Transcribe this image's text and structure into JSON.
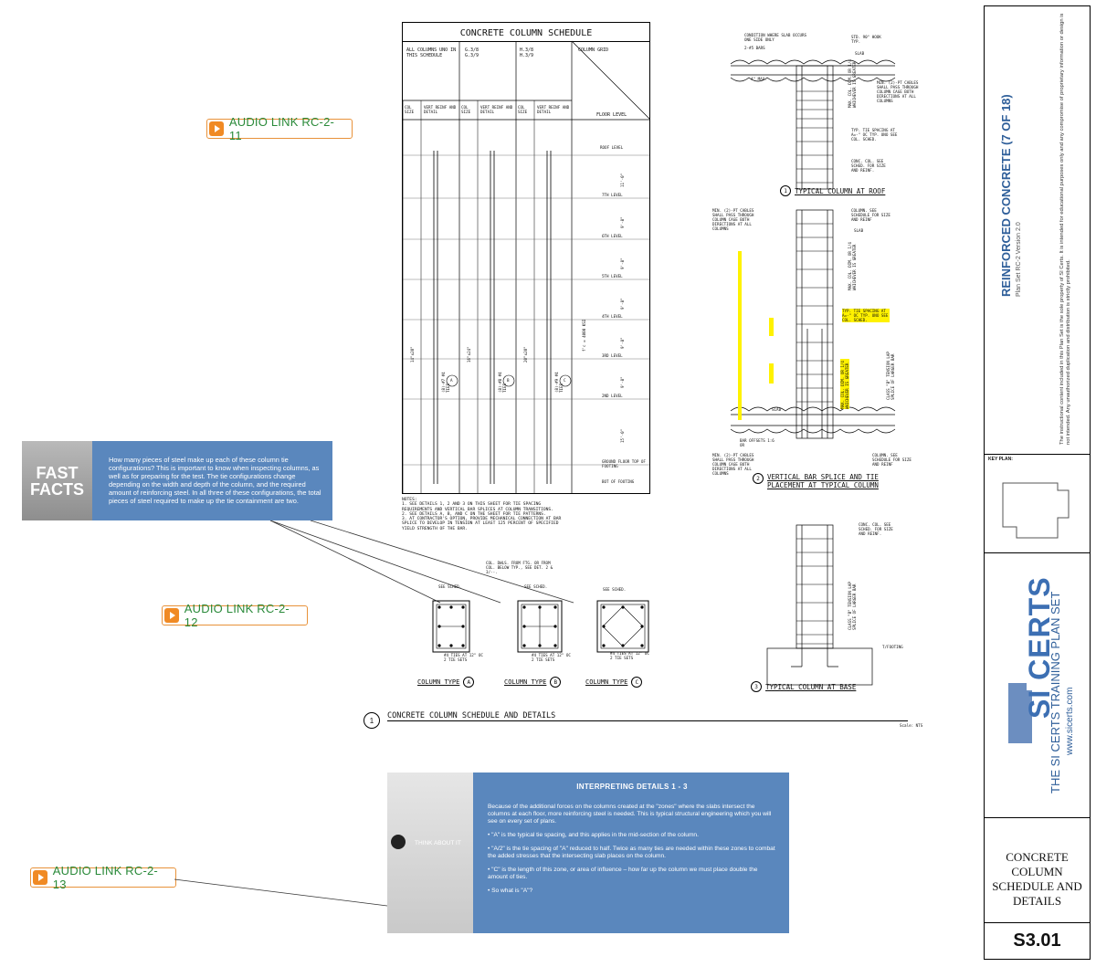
{
  "audio_links": [
    "AUDIO LINK RC-2-11",
    "AUDIO LINK RC-2-12",
    "AUDIO LINK RC-2-13"
  ],
  "fast_facts": {
    "label_line1": "FAST",
    "label_line2": "FACTS",
    "text": "How many pieces of steel make up each of these column tie configurations? This is important to know when inspecting columns, as well as for preparing for the test. The tie configurations change depending on the width and depth of the column, and the required amount of reinforcing steel. In all three of these configurations, the total pieces of steel required to make up the tie containment are two."
  },
  "schedule": {
    "title": "CONCRETE COLUMN SCHEDULE",
    "all_columns": "ALL COLUMNS UNO IN THIS SCHEDULE",
    "grid_a": "G.3/8\nG.3/9",
    "grid_b": "H.3/8\nH.3/9",
    "column_grid": "COLUMN GRID",
    "col_size": "COL SIZE",
    "vert_reinf": "VERT REINF AND DETAIL",
    "floor_level": "FLOOR LEVEL",
    "levels": [
      "ROOF LEVEL",
      "7TH LEVEL",
      "6TH LEVEL",
      "5TH LEVEL",
      "4TH LEVEL",
      "3RD LEVEL",
      "2ND LEVEL",
      "GROUND FLOOR TOP OF FOOTING",
      "BOT OF FOOTING"
    ],
    "heights": [
      "11'-0\"",
      "9'-8\"",
      "9'-8\"",
      "9'-8\"",
      "9'-8\"",
      "9'-8\"",
      "15'-0\""
    ],
    "sizes": [
      "14\"x20\"",
      "16\"x24\"",
      "20\"x20\""
    ],
    "reinf": [
      "(8)-#7 #4 TIES",
      "(8)-#8 #4 TIES",
      "(8)-#9 #4 TIES"
    ],
    "types": [
      "A",
      "B",
      "C"
    ],
    "fc": "f'c = 4000 KSI",
    "notes_title": "NOTES:",
    "notes": [
      "1.  SEE DETAILS 1, 2 AND 3 ON THIS SHEET FOR TIE SPACING REQUIREMENTS AND VERTICAL BAR SPLICES AT COLUMN TRANSITIONS.",
      "2.  SEE DETAILS A, B, AND C ON THE SHEET FOR TIE PATTERNS.",
      "3.  AT CONTRACTOR'S OPTION, PROVIDE MECHANICAL CONNECTION AT BAR SPLICE TO DEVELOP IN TENSION AT LEAST 125 PERCENT OF SPECIFIED YIELD STRENGTH OF THE BAR."
    ]
  },
  "column_types": {
    "see_sched": "SEE SCHED.",
    "ties": "#4 TIES AT 12\" OC\n2 TIE SETS",
    "dowel_note": "COL. DWLS. FROM FTG. OR FROM COL. BELOW TYP., SEE DET. 2 & 3/--.",
    "labels": [
      "COLUMN TYPE",
      "COLUMN TYPE",
      "COLUMN TYPE"
    ],
    "letters": [
      "A",
      "B",
      "C"
    ]
  },
  "detail_title": {
    "number": "1",
    "text": "CONCRETE COLUMN SCHEDULE AND DETAILS"
  },
  "details": {
    "d1": {
      "number": "1",
      "title": "TYPICAL COLUMN AT ROOF"
    },
    "d2": {
      "number": "2",
      "title": "VERTICAL BAR SPLICE AND TIE PLACEMENT AT TYPICAL COLUMN"
    },
    "d3": {
      "number": "3",
      "title": "TYPICAL COLUMN AT BASE"
    },
    "notes": {
      "condition": "CONDITION WHERE SLAB OCCURS ONE SIDE ONLY",
      "bars": "2-#5 BARS",
      "hook": "STD. 90° HOOK TYP.",
      "slab": "SLAB",
      "max": "4\" MAX.",
      "cables": "MIN. (2)-PT CABLES SHALL PASS THROUGH COLUMN CAGE BOTH DIRECTIONS AT ALL COLUMNS",
      "tie_spacing": "TYP. TIE SPACING AT A=-\" OC TYP. UNO SEE COL. SCHED.",
      "conc_col": "CONC. COL. SEE SCHED. FOR SIZE AND REINF.",
      "column_see": "COLUMN. SEE SCHEDULE FOR SIZE AND REINF",
      "bar_offsets": "BAR OFFSETS 1:6 OR",
      "class_b": "CLASS \"B\" TENSION LAP SPLICE OF LARGER BAR",
      "max_col": "MAX. COL. DIM. OR 1/4 WHICHEVER IS GREATER",
      "tfooting": "T/FOOTING",
      "scale": "Scale: NTS"
    }
  },
  "interpreting": {
    "side_label": "THINK ABOUT IT",
    "title": "INTERPRETING DETAILS 1 - 3",
    "p1": "Because of the additional forces on the columns created at the \"zones\" where the slabs intersect the columns at each floor, more reinforcing steel is needed. This is typical structural engineering which you will see on every set of plans.",
    "b1": "• \"A\" is the typical tie spacing, and this applies in the mid-section of the column.",
    "b2": "• \"A/2\" is the tie spacing of \"A\" reduced to half. Twice as many ties are needed within these zones to combat the added stresses that the intersecting slab places on the column.",
    "b3": "• \"C\" is the length of this zone, or area of influence – how far up the column we must place double the amount of ties.",
    "b4": "• So what is \"A\"?"
  },
  "title_block": {
    "course": "REINFORCED CONCRETE (7 OF 18)",
    "plan_set": "Plan Set RC-2 Version 2.0",
    "disclaimer": "The instructional content included in this Plan Set is the sole property of SI Certs. It is intended for educational purposes only and any compromise of proprietary information or design is not intended. Any unauthorized duplication and distribution is strictly prohibited.",
    "key_plan": "KEY PLAN:",
    "brand": "SI CERTS",
    "training": "THE SI CERTS TRAINING PLAN SET",
    "url": "www.sicerts.com",
    "sheet_title": "CONCRETE COLUMN SCHEDULE AND DETAILS",
    "sheet_number": "S3.01"
  }
}
